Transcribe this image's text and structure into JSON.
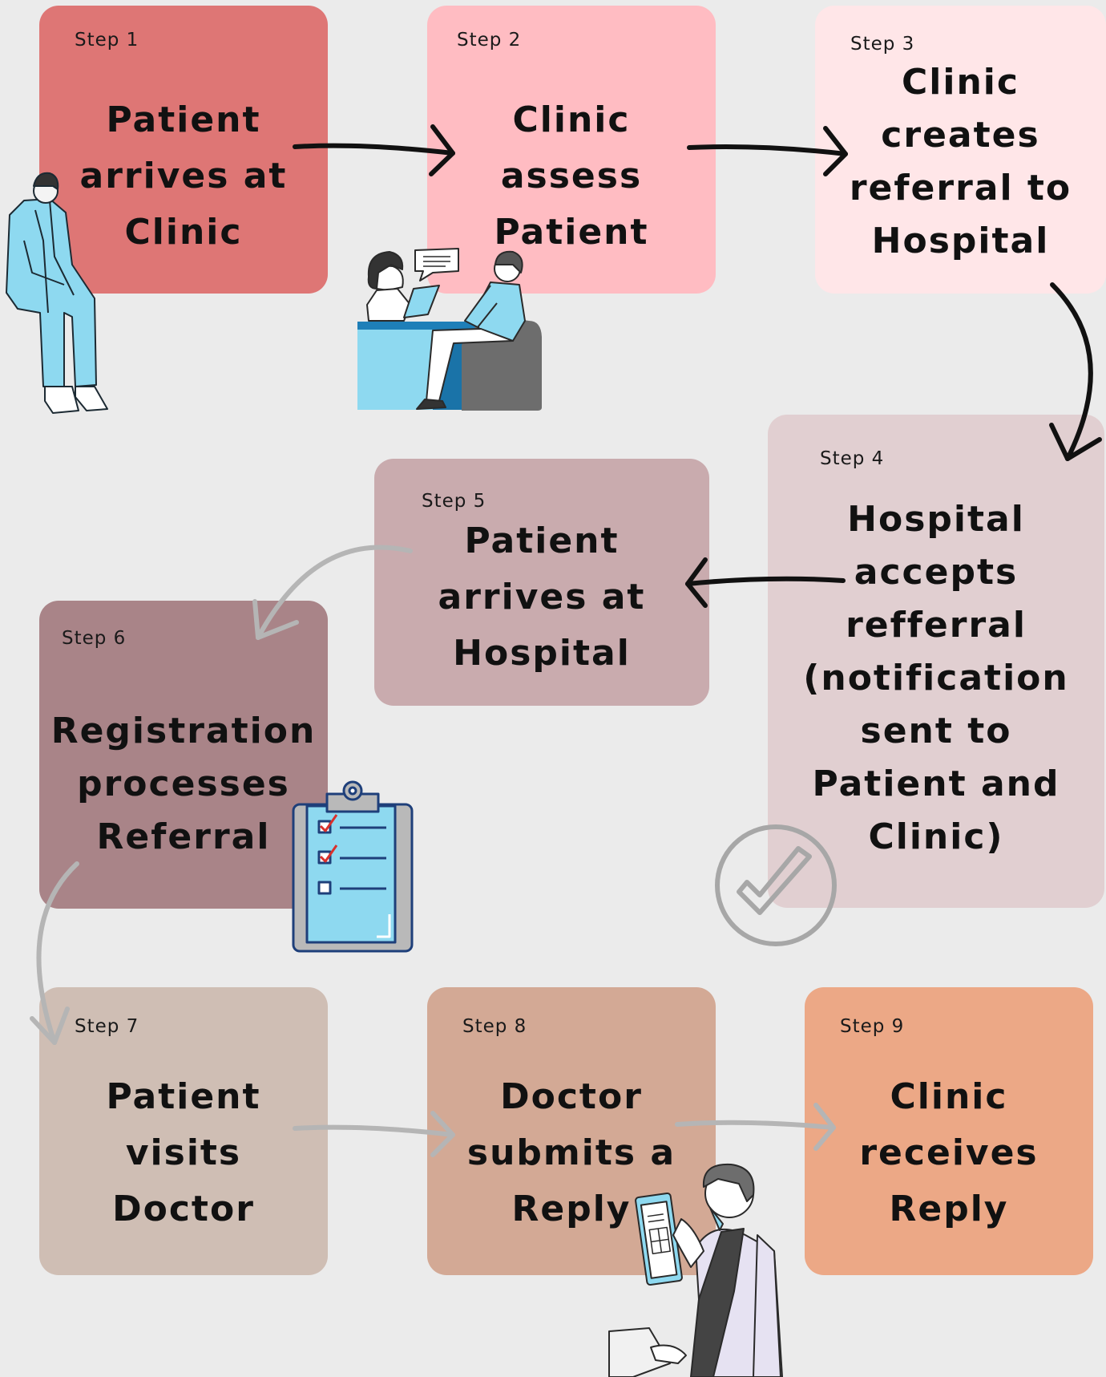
{
  "colors": {
    "background": "#ebebeb",
    "step1": "#de7675",
    "step2": "#ffbcc2",
    "step3": "#ffe6e8",
    "step4": "#e1cfd1",
    "step5": "#c9abae",
    "step6": "#a98488",
    "step7": "#cfbeb4",
    "step8": "#d3a995",
    "step9": "#eca886",
    "arrow_dark": "#111111",
    "arrow_light": "#b5b5b5",
    "illustration_blue": "#8ed9f0"
  },
  "steps": [
    {
      "label": "Step 1",
      "text": "Patient\narrives at\nClinic"
    },
    {
      "label": "Step 2",
      "text": "Clinic\nassess\nPatient"
    },
    {
      "label": "Step 3",
      "text": "Clinic\ncreates\nreferral to\nHospital"
    },
    {
      "label": "Step 4",
      "text": "Hospital\naccepts\nrefferral\n(notification\nsent to\nPatient and\nClinic)"
    },
    {
      "label": "Step 5",
      "text": "Patient\narrives at\nHospital"
    },
    {
      "label": "Step 6",
      "text": "Registration\nprocesses\nReferral"
    },
    {
      "label": "Step 7",
      "text": "Patient\nvisits\nDoctor"
    },
    {
      "label": "Step 8",
      "text": "Doctor\nsubmits a\nReply"
    },
    {
      "label": "Step 9",
      "text": "Clinic\nreceives\nReply"
    }
  ],
  "icons": [
    "seated-patient-icon",
    "consultation-icon",
    "clipboard-checklist-icon",
    "checkmark-circle-icon",
    "doctor-icon"
  ]
}
